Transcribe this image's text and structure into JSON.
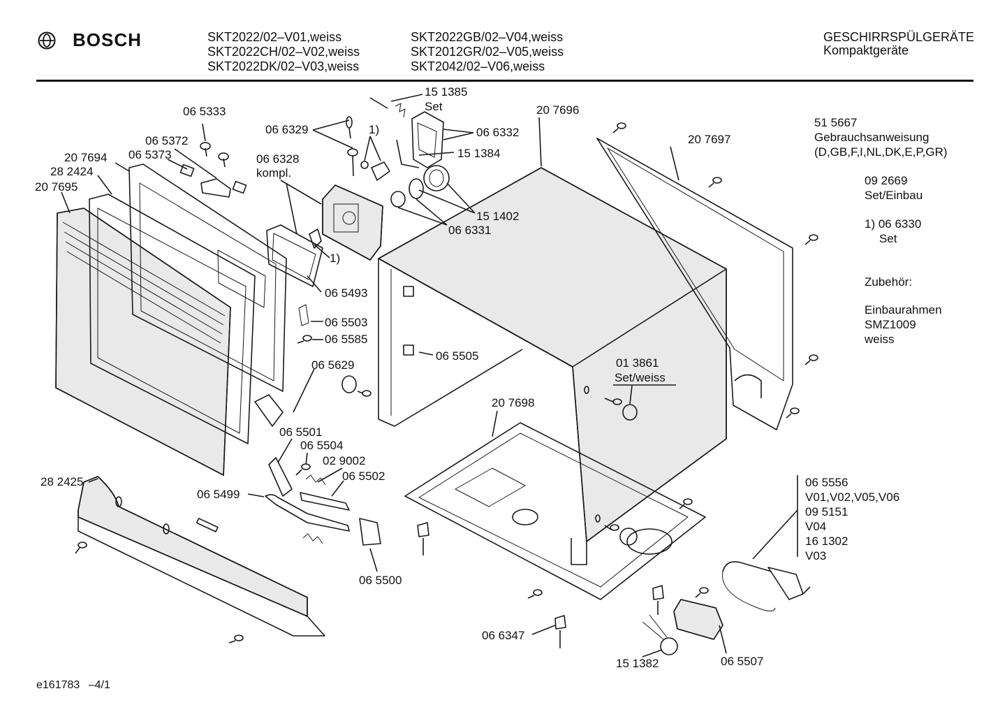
{
  "header": {
    "brand": "BOSCH",
    "models_col1": [
      "SKT2022/02–V01,weiss",
      "SKT2022CH/02–V02,weiss",
      "SKT2022DK/02–V03,weiss"
    ],
    "models_col2": [
      "SKT2022GB/02–V04,weiss",
      "SKT2012GR/02–V05,weiss",
      "SKT2042/02–V06,weiss"
    ],
    "category": "GESCHIRRSPÜLGERÄTE",
    "subcategory": "Kompaktgeräte"
  },
  "parts": [
    "06 5333",
    "06 5372",
    "20 7694",
    "06 5373",
    "28 2424",
    "20 7695",
    "06 6329",
    "1)",
    "06 6328",
    "kompl.",
    "15 1385",
    "Set",
    "06 6332",
    "15 1384",
    "20 7696",
    "20 7697",
    "15 1402",
    "06 6331",
    "1)",
    "06 5493",
    "06 5503",
    "06 5585",
    "06 5505",
    "06 5629",
    "01 3861",
    "Set/weiss",
    "20 7698",
    "06 5501",
    "06 5504",
    "02 9002",
    "06 5502",
    "28 2425",
    "06 5499",
    "06 5500",
    "06 6347",
    "15 1382",
    "06 5507"
  ],
  "notes": {
    "manual_part": "51 5667",
    "manual_name": "Gebrauchsanweisung",
    "manual_langs": "(D,GB,F,I,NL,DK,E,P,GR)",
    "install_part": "09 2669",
    "install_name": "Set/Einbau",
    "footnote_part": "1) 06 6330",
    "footnote_name": "Set",
    "accessories_title": "Zubehör:",
    "frame_name": "Einbaurahmen",
    "frame_part": "SMZ1009",
    "frame_color": "weiss"
  },
  "cable_variants": [
    "06 5556",
    "V01,V02,V05,V06",
    "09 5151",
    "V04",
    "16 1302",
    "V03"
  ],
  "footer": {
    "drawing_id": "e161783",
    "sheet": "–4/1"
  }
}
